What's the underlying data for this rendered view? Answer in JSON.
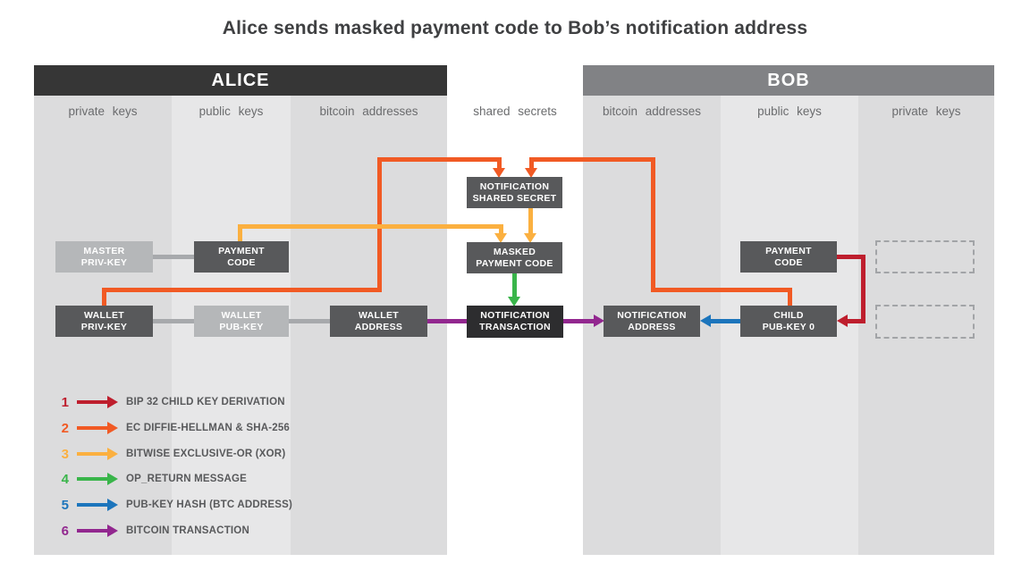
{
  "title": "Alice sends masked payment code to Bob’s notification address",
  "alice": {
    "header": "ALICE",
    "column_labels": [
      "private keys",
      "public keys",
      "bitcoin addresses"
    ]
  },
  "shared": {
    "column_label": "shared secrets"
  },
  "bob": {
    "header": "BOB",
    "column_labels": [
      "bitcoin addresses",
      "public keys",
      "private keys"
    ]
  },
  "nodes": {
    "master_priv_key": "MASTER\nPRIV-KEY",
    "payment_code_alice": "PAYMENT\nCODE",
    "wallet_priv_key": "WALLET\nPRIV-KEY",
    "wallet_pub_key": "WALLET\nPUB-KEY",
    "wallet_address": "WALLET\nADDRESS",
    "notification_shared_secret": "NOTIFICATION\nSHARED SECRET",
    "masked_payment_code": "MASKED\nPAYMENT CODE",
    "notification_transaction": "NOTIFICATION\nTRANSACTION",
    "notification_address": "NOTIFICATION\nADDRESS",
    "payment_code_bob": "PAYMENT\nCODE",
    "child_pub_key_0": "CHILD\nPUB-KEY 0"
  },
  "legend": [
    {
      "num": "1",
      "label": "BIP 32 CHILD KEY DERIVATION",
      "color": "red"
    },
    {
      "num": "2",
      "label": "EC DIFFIE-HELLMAN & SHA-256",
      "color": "orange"
    },
    {
      "num": "3",
      "label": "BITWISE EXCLUSIVE-OR (XOR)",
      "color": "amber"
    },
    {
      "num": "4",
      "label": "OP_RETURN MESSAGE",
      "color": "green"
    },
    {
      "num": "5",
      "label": "PUB-KEY HASH (BTC ADDRESS)",
      "color": "blue"
    },
    {
      "num": "6",
      "label": "BITCOIN TRANSACTION",
      "color": "purple"
    }
  ],
  "colors": {
    "red": "#be1e2d",
    "orange": "#f15a24",
    "amber": "#fbb040",
    "green": "#39b54a",
    "blue": "#1c75bc",
    "purple": "#92278f",
    "gray": "#a7a9ac"
  },
  "arrows": [
    {
      "op": "1",
      "type": "BIP 32 CHILD KEY DERIVATION",
      "from": "PAYMENT CODE (Bob)",
      "to": "CHILD PUB-KEY 0"
    },
    {
      "op": "2",
      "type": "EC DIFFIE-HELLMAN & SHA-256",
      "from": "WALLET PRIV-KEY (Alice)",
      "to": "NOTIFICATION SHARED SECRET"
    },
    {
      "op": "2",
      "type": "EC DIFFIE-HELLMAN & SHA-256",
      "from": "CHILD PUB-KEY 0 (Bob)",
      "to": "NOTIFICATION SHARED SECRET"
    },
    {
      "op": "3",
      "type": "BITWISE EXCLUSIVE-OR (XOR)",
      "from": "PAYMENT CODE (Alice)",
      "to": "MASKED PAYMENT CODE"
    },
    {
      "op": "3",
      "type": "BITWISE EXCLUSIVE-OR (XOR)",
      "from": "NOTIFICATION SHARED SECRET",
      "to": "MASKED PAYMENT CODE"
    },
    {
      "op": "4",
      "type": "OP_RETURN MESSAGE",
      "from": "MASKED PAYMENT CODE",
      "to": "NOTIFICATION TRANSACTION"
    },
    {
      "op": "6",
      "type": "BITCOIN TRANSACTION",
      "from": "WALLET ADDRESS",
      "to": "NOTIFICATION TRANSACTION"
    },
    {
      "op": "6",
      "type": "BITCOIN TRANSACTION",
      "from": "NOTIFICATION TRANSACTION",
      "to": "NOTIFICATION ADDRESS"
    },
    {
      "op": "5",
      "type": "PUB-KEY HASH (BTC ADDRESS)",
      "from": "CHILD PUB-KEY 0",
      "to": "NOTIFICATION ADDRESS"
    }
  ]
}
